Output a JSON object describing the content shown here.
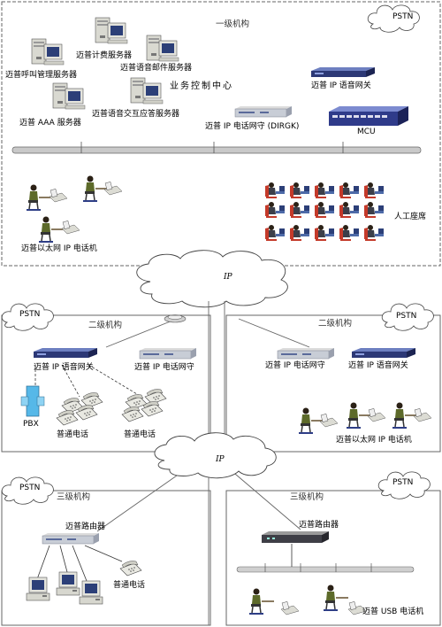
{
  "tier1": {
    "section_label": "一级机构",
    "pstn": "PSTN",
    "servers": {
      "call_mgmt": "迈普呼叫管理服务器",
      "billing": "迈普计费服务器",
      "voicemail": "迈普语音邮件服务器",
      "aaa": "迈普 AAA 服务器",
      "ivr": "迈普语音交互应答服务器"
    },
    "center_label": "业务控制中心",
    "ip_voice_gateway": "迈普 IP 语音网关",
    "gatekeeper": "迈普 IP 电话网守 (DIRGK)",
    "mcu": "MCU",
    "ip_phones": "迈普以太网 IP 电话机",
    "agents": "人工座席"
  },
  "network": {
    "ip_cloud_top": "IP",
    "ip_cloud_bottom": "IP"
  },
  "tier2_left": {
    "section_label": "二级机构",
    "pstn": "PSTN",
    "voice_gateway": "迈普 IP 语音网关",
    "gatekeeper": "迈普 IP 电话网守",
    "pbx": "PBX",
    "phone1": "普通电话",
    "phone2": "普通电话"
  },
  "tier2_right": {
    "section_label": "二级机构",
    "pstn": "PSTN",
    "gatekeeper": "迈普 IP 电话网守",
    "voice_gateway": "迈普 IP 语音网关",
    "ip_phones": "迈普以太网 IP 电话机"
  },
  "tier3_left": {
    "section_label": "三级机构",
    "pstn": "PSTN",
    "router": "迈普路由器",
    "phone": "普通电话"
  },
  "tier3_right": {
    "section_label": "三级机构",
    "pstn": "PSTN",
    "router": "迈普路由器",
    "usb_phones": "迈普 USB 电话机"
  }
}
